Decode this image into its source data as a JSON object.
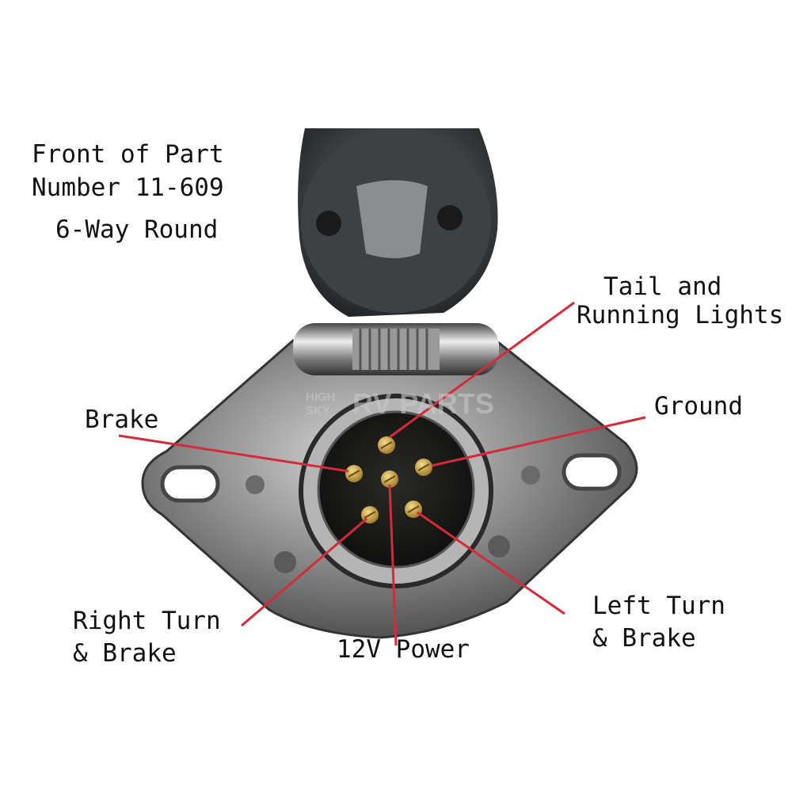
{
  "title": {
    "line1": "Front of Part",
    "line2": "Number 11-609",
    "line3": "6-Way Round"
  },
  "labels": {
    "tail_line1": "Tail and",
    "tail_line2": "Running Lights",
    "ground": "Ground",
    "brake": "Brake",
    "right_line1": "Right Turn",
    "right_line2": "& Brake",
    "power": "12V Power",
    "left_line1": "Left Turn",
    "left_line2": "& Brake"
  },
  "watermark": {
    "small1": "HIGH",
    "small2": "SKY",
    "big": "RV PARTS"
  },
  "colors": {
    "leader_line": "#d42a3a",
    "pin": "#c9a24a",
    "metal": "#8d8d8d"
  }
}
